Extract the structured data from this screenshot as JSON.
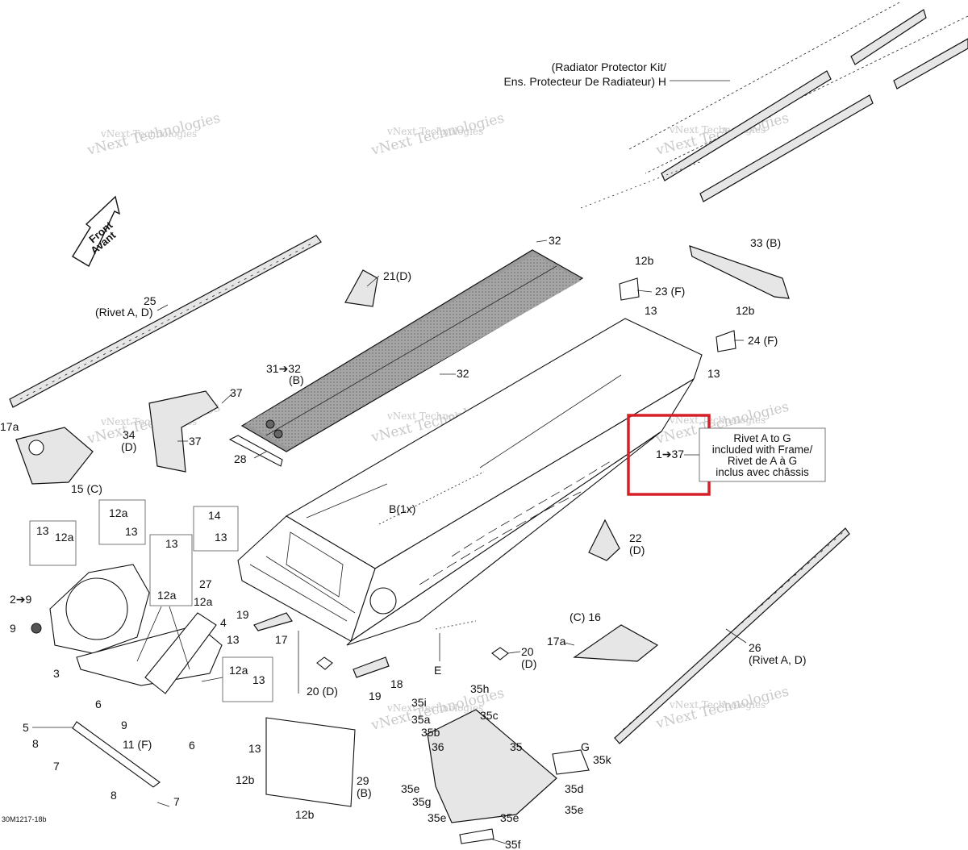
{
  "drawing_id": "30M1217-18b",
  "watermark": "vNext Technologies",
  "radiator_kit": {
    "line1": "(Radiator Protector Kit/",
    "line2": "Ens. Protecteur De Radiateur)  H"
  },
  "front_arrow": {
    "line1": "Front",
    "line2": "Avant"
  },
  "note_box": {
    "line1": "Rivet A to G",
    "line2": "included with Frame/",
    "line3": "Rivet de A à G",
    "line4": "inclus avec châssis"
  },
  "highlight_label": "1➔37",
  "callouts": {
    "c32_top": "32",
    "c21": "21(D)",
    "c25": "25",
    "c25_sub": "(Rivet A, D)",
    "c31": "31➔32",
    "c31_sub": "(B)",
    "c32_mid": "32",
    "c37_a": "37",
    "c37_b": "37",
    "c34": "34",
    "c34_sub": "(D)",
    "c17a_left": "17a",
    "c15": "15 (C)",
    "c28": "28",
    "c12b_1": "12b",
    "c23": "23 (F)",
    "c13_1": "13",
    "c33": "33 (B)",
    "c12b_2": "12b",
    "c24": "24 (F)",
    "c13_2": "13",
    "cB": "B(1x)",
    "c12a_1": "12a",
    "c13_3": "13",
    "c13_4": "13",
    "c12a_2": "12a",
    "c13_5": "13",
    "c12a_3": "12a",
    "c14": "14",
    "c13_6": "13",
    "c27": "27",
    "c2to9": "2➔9",
    "c9_1": "9",
    "c12a_4": "12a",
    "c4": "4",
    "c13_7": "13",
    "c3": "3",
    "c12a_5": "12a",
    "c13_8": "13",
    "c6_1": "6",
    "c9_2": "9",
    "c6_2": "6",
    "c5": "5",
    "c8_1": "8",
    "c11": "11 (F)",
    "c7_1": "7",
    "c8_2": "8",
    "c7_2": "7",
    "c19_1": "19",
    "c17": "17",
    "c20_1": "20 (D)",
    "c19_2": "19",
    "c18": "18",
    "cE": "E",
    "c20_2": "20",
    "c20_2_sub": "(D)",
    "c22": "22",
    "c22_sub": "(D)",
    "c16": "(C) 16",
    "c17a_right": "17a",
    "c26": "26",
    "c26_sub": "(Rivet A, D)",
    "c35h": "35h",
    "c35i": "35i",
    "c35a": "35a",
    "c35c": "35c",
    "c35b": "35b",
    "c35": "35",
    "cG": "G",
    "c36": "36",
    "c35k": "35k",
    "c13_9": "13",
    "c29": "29",
    "c29_sub": "(B)",
    "c12b_3": "12b",
    "c12b_4": "12b",
    "c35e_1": "35e",
    "c35g": "35g",
    "c35e_2": "35e",
    "c35d": "35d",
    "c35e_3": "35e",
    "c35e_4": "35e",
    "c35f": "35f"
  },
  "colors": {
    "highlight": "#d62027",
    "line": "#111111",
    "watermark": "#c9c9c9",
    "shade": "#888888"
  }
}
